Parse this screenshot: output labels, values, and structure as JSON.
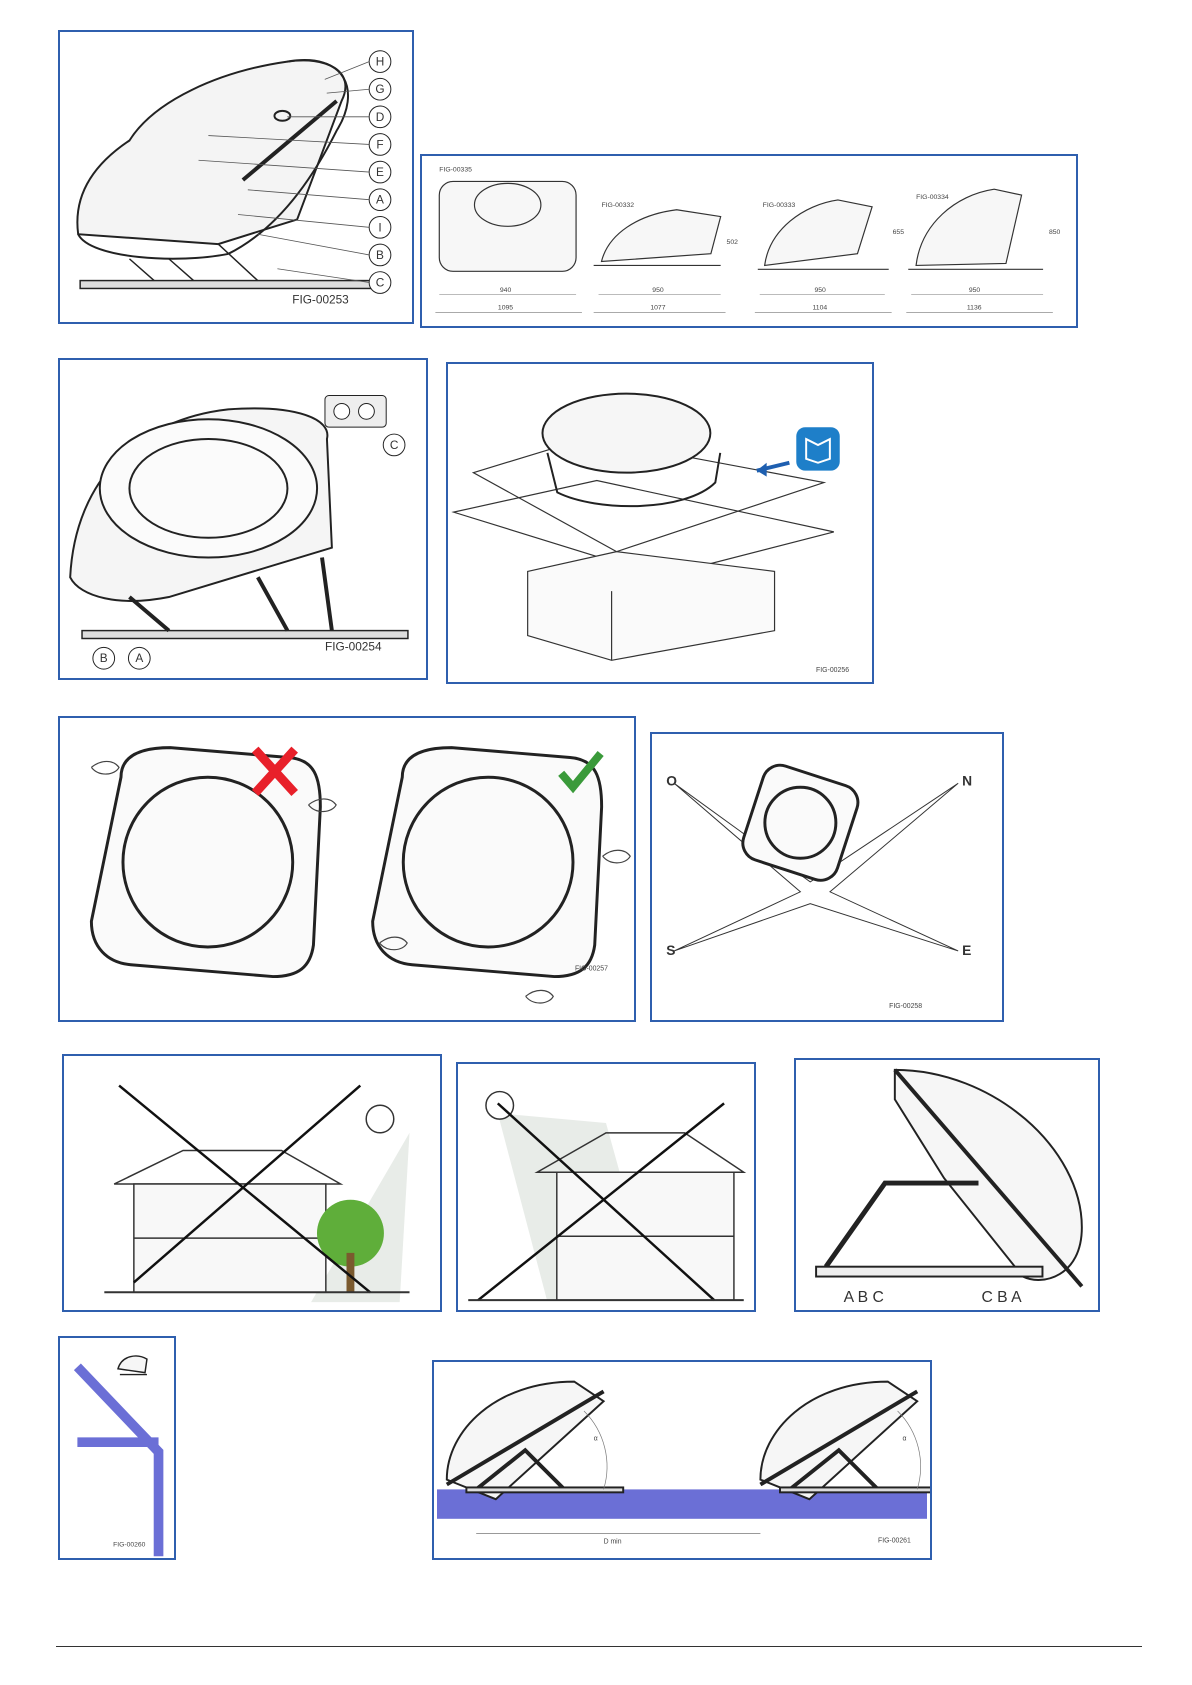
{
  "fig_253": {
    "label": "FIG-00253",
    "callouts": [
      "H",
      "G",
      "D",
      "F",
      "E",
      "A",
      "I",
      "B",
      "C"
    ]
  },
  "fig_sizes": {
    "views": [
      {
        "label": "FIG-00335",
        "dim_top": "940",
        "dim_bottom": "1095"
      },
      {
        "label": "FIG-00332",
        "dim_top": "950",
        "dim_bottom": "1077",
        "height": "502"
      },
      {
        "label": "FIG-00333",
        "dim_top": "950",
        "dim_bottom": "1104",
        "height": "655"
      },
      {
        "label": "FIG-00334",
        "dim_top": "950",
        "dim_bottom": "1136",
        "height": "850"
      }
    ]
  },
  "fig_254": {
    "label": "FIG-00254",
    "callouts": [
      "C",
      "B",
      "A"
    ]
  },
  "fig_256": {
    "label": "FIG-00256"
  },
  "fig_257": {
    "label": "FIG-00257"
  },
  "fig_258": {
    "label": "FIG-00258",
    "compass": [
      "O",
      "N",
      "S",
      "E"
    ]
  },
  "fig_support": {
    "left_letters": "A B C",
    "right_letters": "C B A"
  },
  "fig_260": {
    "label": "FIG-00260"
  },
  "fig_261": {
    "label": "FIG-00261",
    "distance": "D min",
    "angle": "α"
  },
  "colors": {
    "frame": "#2f5fae",
    "wrong": "#e8202a",
    "right": "#3a9a3a",
    "manual": "#1e7fc9",
    "roof": "#6b6fd6"
  }
}
